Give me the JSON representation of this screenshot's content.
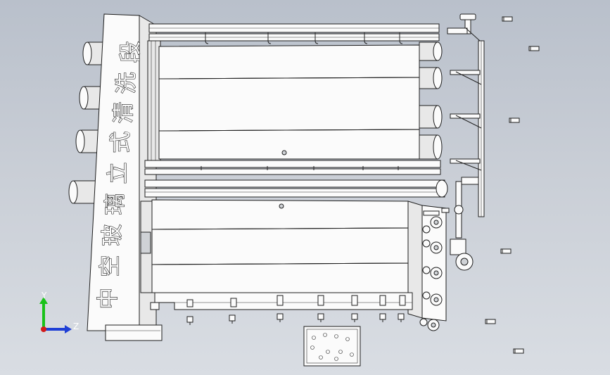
{
  "viewport": {
    "background_top": "#b9c0cb",
    "background_bottom": "#d9dde3"
  },
  "model": {
    "side_label": "中空玻璃立式清洗段",
    "side_label_chars": [
      "中",
      "空",
      "玻",
      "璃",
      "立",
      "式",
      "清",
      "洗",
      "段"
    ]
  },
  "triad": {
    "y_label": "Y",
    "z_label": "Z",
    "y_color": "#19c219",
    "z_color": "#1f3fd6",
    "x_color": "#d21b1b"
  }
}
